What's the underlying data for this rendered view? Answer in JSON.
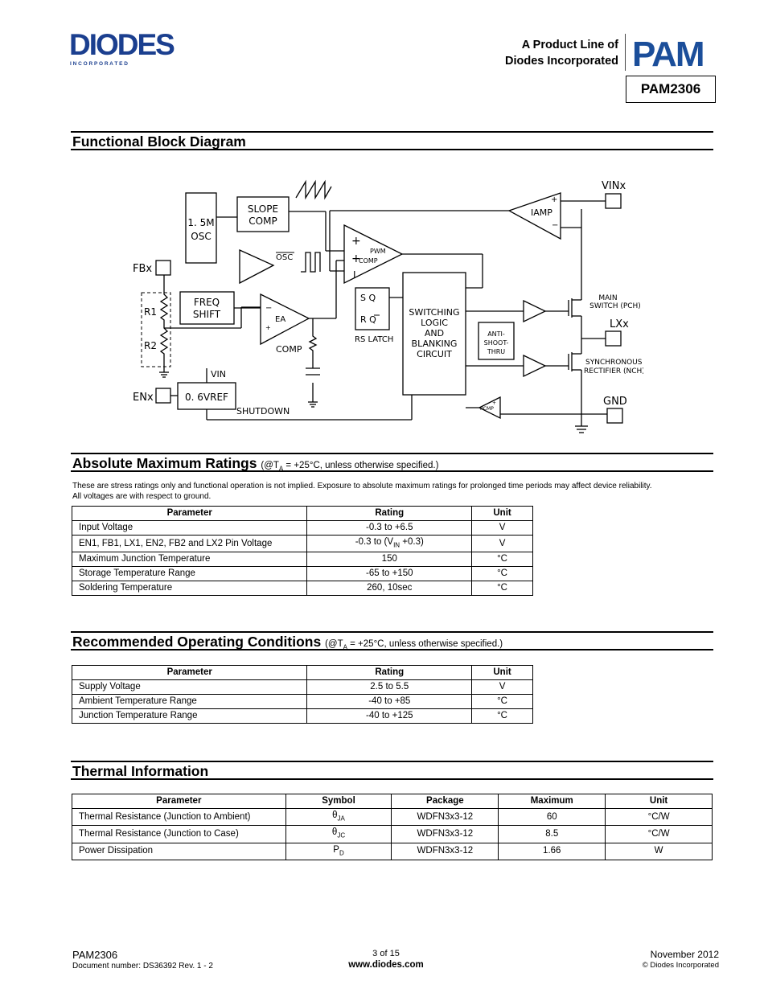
{
  "header": {
    "company_logo": "DIODES",
    "company_sub": "I N C O R P O R A T E D",
    "tagline_line1": "A Product Line of",
    "tagline_line2": "Diodes Incorporated",
    "pam_logo": "PAM",
    "part_number": "PAM2306"
  },
  "block_diagram": {
    "title": "Functional Block Diagram",
    "labels": {
      "osc": "1. 5M",
      "osc2": "OSC",
      "slope": "SLOPE",
      "slope2": "COMP",
      "freq": "FREQ",
      "freq2": "SHIFT",
      "vref": "0. 6VREF",
      "vin": "VIN",
      "shutdown": "SHUTDOWN",
      "osc_sig": "OSC",
      "pwm": "PWM",
      "pwm2": "COMP",
      "ea": "EA",
      "comp": "COMP",
      "sq": "S  Q",
      "rq": "R  Q",
      "rslatch": "RS  LATCH",
      "sw1": "SWITCHING",
      "sw2": "LOGIC",
      "sw3": "AND",
      "sw4": "BLANKING",
      "sw5": "CIRCUIT",
      "anti1": "ANTI-",
      "anti2": "SHOOT-",
      "anti3": "THRU",
      "iamp": "IAMP",
      "rcmp": "RCMP",
      "vinx": "VINx",
      "lxx": "LXx",
      "gnd": "GND",
      "fbx": "FBx",
      "enx": "ENx",
      "r1": "R1",
      "r2": "R2",
      "main": "MAIN",
      "main2": "SWITCH (PCH)",
      "sync": "SYNCHRONOUS",
      "sync2": "RECTIFIER (NCH)"
    }
  },
  "abs_max": {
    "title": "Absolute Maximum Ratings",
    "cond_prefix": "(@T",
    "cond_sub": "A",
    "cond_suffix": " = +25°C, unless otherwise specified.)",
    "note1": "These are stress ratings only and functional operation is not implied. Exposure to absolute maximum ratings for prolonged time periods may affect device reliability.",
    "note2": "All voltages are with respect to ground.",
    "headers": [
      "Parameter",
      "Rating",
      "Unit"
    ],
    "rows": [
      {
        "param": "Input Voltage",
        "rating": "-0.3 to +6.5",
        "unit": "V"
      },
      {
        "param": "EN1, FB1, LX1, EN2, FB2 and LX2 Pin Voltage",
        "rating_pre": "-0.3 to (V",
        "rating_sub": "IN",
        "rating_post": " +0.3)",
        "unit": "V"
      },
      {
        "param": "Maximum Junction Temperature",
        "rating": "150",
        "unit": "°C"
      },
      {
        "param": "Storage Temperature Range",
        "rating": "-65 to +150",
        "unit": "°C"
      },
      {
        "param": "Soldering Temperature",
        "rating": "260, 10sec",
        "unit": "°C"
      }
    ]
  },
  "rec_op": {
    "title": "Recommended Operating Conditions",
    "cond_prefix": "(@T",
    "cond_sub": "A",
    "cond_suffix": " = +25°C, unless otherwise specified.)",
    "headers": [
      "Parameter",
      "Rating",
      "Unit"
    ],
    "rows": [
      {
        "param": "Supply Voltage",
        "rating": "2.5 to 5.5",
        "unit": "V"
      },
      {
        "param": "Ambient Temperature Range",
        "rating": "-40 to +85",
        "unit": "°C"
      },
      {
        "param": "Junction Temperature Range",
        "rating": "-40 to +125",
        "unit": "°C"
      }
    ]
  },
  "thermal": {
    "title": "Thermal Information",
    "headers": [
      "Parameter",
      "Symbol",
      "Package",
      "Maximum",
      "Unit"
    ],
    "rows": [
      {
        "param": "Thermal Resistance (Junction to Ambient)",
        "sym": "θ",
        "sym_sub": "JA",
        "pkg": "WDFN3x3-12",
        "max": "60",
        "unit": "°C/W"
      },
      {
        "param": "Thermal Resistance (Junction to Case)",
        "sym": "θ",
        "sym_sub": "JC",
        "pkg": "WDFN3x3-12",
        "max": "8.5",
        "unit": "°C/W"
      },
      {
        "param": "Power Dissipation",
        "sym": "P",
        "sym_sub": "D",
        "pkg": "WDFN3x3-12",
        "max": "1.66",
        "unit": "W"
      }
    ]
  },
  "footer": {
    "part": "PAM2306",
    "docnum": "Document number: DS36392 Rev. 1 - 2",
    "page": "3 of 15",
    "url": "www.diodes.com",
    "date": "November 2012",
    "copyright": "© Diodes Incorporated"
  },
  "colors": {
    "brand_blue": "#1b3f8f",
    "text": "#000000"
  }
}
